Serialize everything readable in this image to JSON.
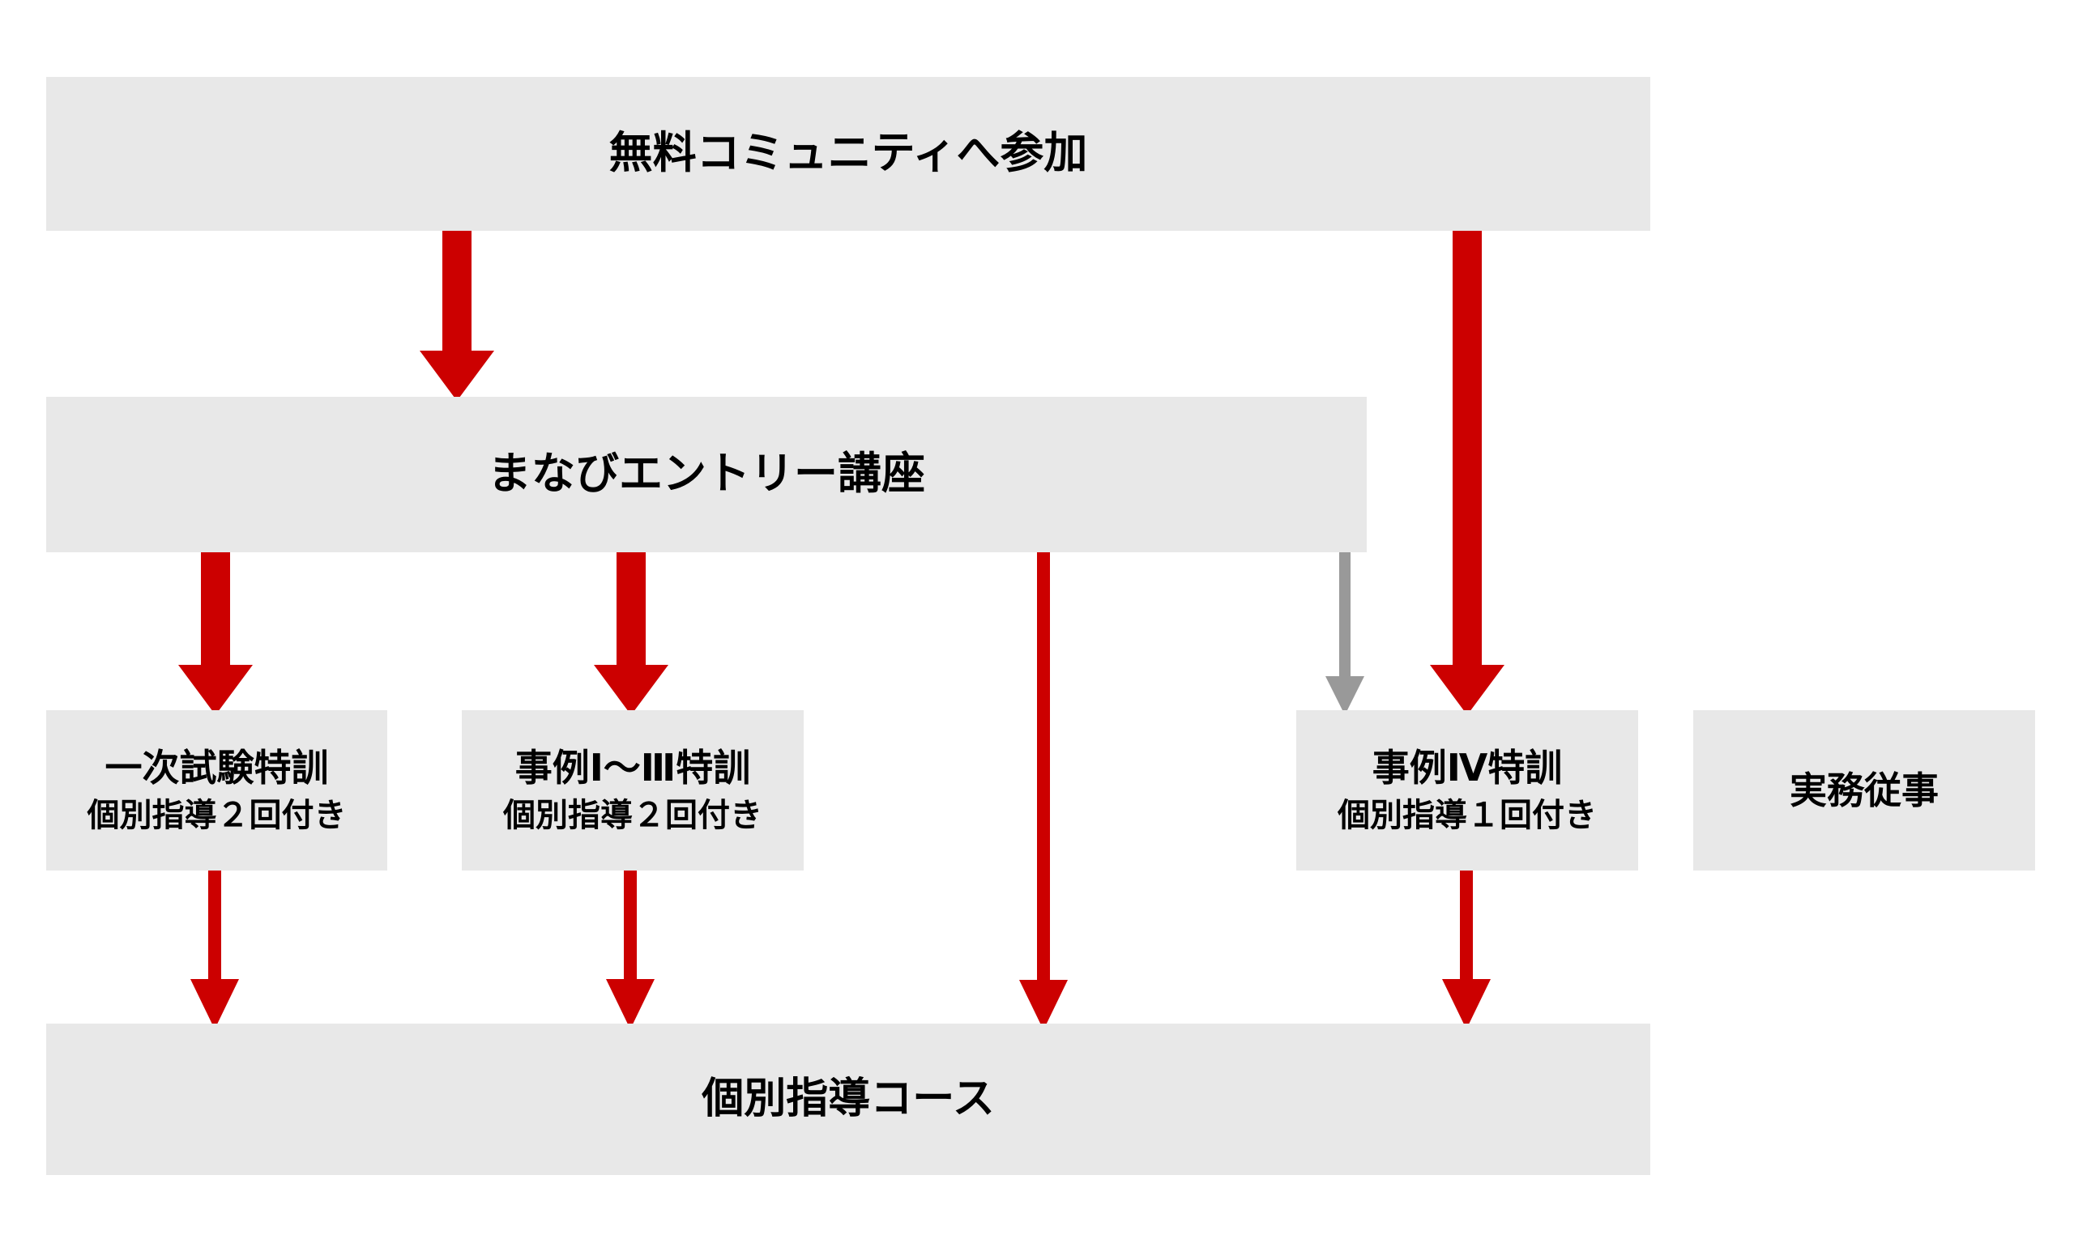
{
  "diagram": {
    "title": "実務補習フロー図",
    "background_color": "#FFFFFF",
    "node_fill_color": "#E8E8E8",
    "text_color": "#000000",
    "arrow_red_color": "#CC0000",
    "arrow_gray_color": "#999999"
  },
  "nodes": {
    "community": {
      "title": "無料コミュニティへ参加"
    },
    "entry_course": {
      "title": "まなびエントリー講座"
    },
    "primary_exam": {
      "title": "一次試験特訓",
      "sub": "個別指導２回付き"
    },
    "case_1_to_3": {
      "title": "事例Ⅰ～Ⅲ特訓",
      "sub": "個別指導２回付き"
    },
    "case_4": {
      "title": "事例Ⅳ特訓",
      "sub": "個別指導１回付き"
    },
    "practical_work": {
      "title": "実務従事"
    },
    "individual_course": {
      "title": "個別指導コース"
    }
  },
  "edges": [
    {
      "name": "community-to-entry",
      "color": "#CC0000",
      "style": "thick"
    },
    {
      "name": "community-to-case4",
      "color": "#CC0000",
      "style": "thick"
    },
    {
      "name": "entry-to-primary-exam",
      "color": "#CC0000",
      "style": "thick"
    },
    {
      "name": "entry-to-case1to3",
      "color": "#CC0000",
      "style": "thick"
    },
    {
      "name": "entry-to-individual-course",
      "color": "#CC0000",
      "style": "thin"
    },
    {
      "name": "entry-to-case4",
      "color": "#999999",
      "style": "thin"
    },
    {
      "name": "primary-exam-to-individual-course",
      "color": "#CC0000",
      "style": "thin"
    },
    {
      "name": "case1to3-to-individual-course",
      "color": "#CC0000",
      "style": "thin"
    },
    {
      "name": "case4-to-individual-course",
      "color": "#CC0000",
      "style": "thin"
    }
  ]
}
